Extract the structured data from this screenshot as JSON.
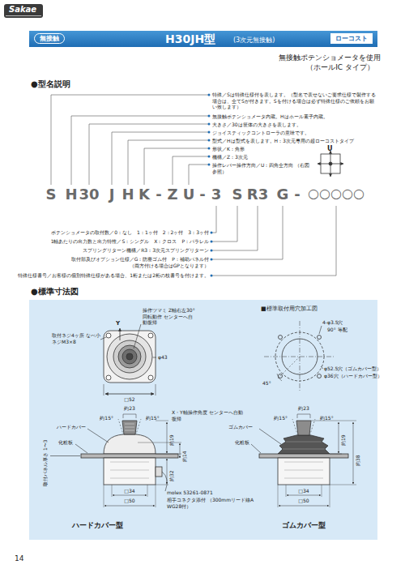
{
  "diagram": {
    "nodes": [
      {
        "text": [
          "H30JH型",
          "(3次元無接触)"
        ]
      },
      {
        "text": [
          "無接触"
        ],
        "in": 0
      },
      {
        "text": [
          "ローコスト"
        ],
        "in": 0
      }
    ],
    "labels": [
      "Sakae",
      "無接触ポテンショメータを使用",
      "（ホールIC タイプ）",
      "●型名説明",
      "特殊／Sは特殊仕様付を表します。（型名で表せないご要求仕様で製作する場合は、全てSが付きます。Sを付ける場合は必ず特殊仕様のご依頼をお願い致します）",
      "無接触ポテンショメータ内蔵。Hはホール素子内蔵。",
      "大きさ／30は筐体の大きさを表します。",
      "ジョイスティックコントローラの意味です。",
      "型式／Hは型式を表します。H：3次元専用の超ローコストタイプ",
      "形状／K：角形",
      "機構／Z：3次元",
      "操作レバー操作方向／U：四角全方向 （右図参照）",
      "U",
      "S",
      "H",
      "30",
      "J",
      "H",
      "K",
      "-",
      "Z",
      "U",
      "-",
      "3",
      "S",
      "R3",
      "G",
      "-",
      "○○○○○",
      "ポテンショメータの取付数／0：なし　1：1ヶ付　2：2ヶ付　3：3ヶ付",
      "1軸あたりの出力数と出力特性／S：シングル　X：クロス　P：パラレル",
      "スプリングリターン機構／R3：3次元スプリングリターン",
      "取付部及びオプション仕様／G：防塵ゴム付　P：補助パネル付 （両方付ける場合はGPとなります）",
      "特殊仕様番号／お客様の個別特殊仕様がある場合、1桁または2桁の枝番号を付けます。",
      "●標準寸法図",
      "操作ツマミ Z軸右左30°回転動作 センターへ自動復帰",
      "Y",
      "取付ネジ4ヶ所 なべ小ネジM3×8",
      "φ43",
      "□52",
      "約23",
      "約15°",
      "約15°",
      "X・Y軸操作角度 センターへ自動復帰",
      "ハードカバー",
      "化粧板",
      "取付パネル厚さ 1〜3",
      "約19",
      "約14",
      "約32",
      "□34",
      "□50",
      "molex 53261-0871",
      "相手コネクタ添付 （300mmリード線AWG28付）",
      "ハードカバー型",
      "■標準取付用穴加工図",
      "4-φ3.5穴",
      "90° 等配",
      "φ52.5穴（ゴムカバー型）",
      "φ36穴（ハードカバー型）",
      "45°",
      "ゴムカバー",
      "化粧板",
      "約23",
      "約15°",
      "約15°",
      "約19",
      "約38",
      "□34",
      "□50",
      "ゴムカバー型",
      "14"
    ]
  }
}
